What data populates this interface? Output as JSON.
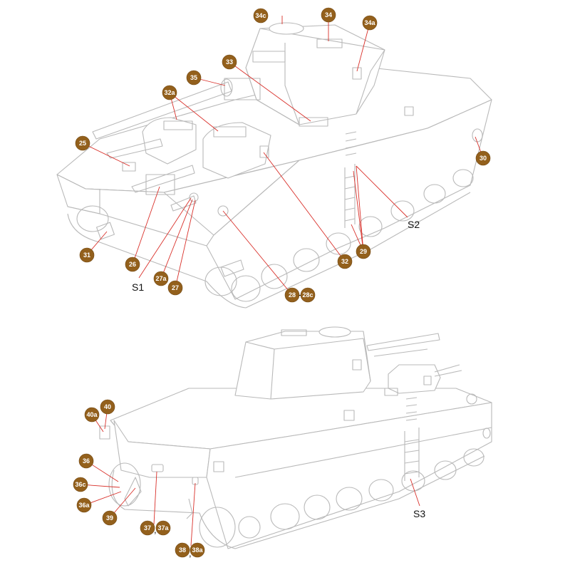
{
  "diagram": {
    "parts": {
      "p34c": "34c",
      "p34": "34",
      "p34a": "34a",
      "p33": "33",
      "p35": "35",
      "p32a": "32a",
      "p25": "25",
      "p30": "30",
      "p31": "31",
      "p26": "26",
      "p27a": "27a",
      "p27": "27",
      "p28": "28",
      "p28c": "28c",
      "p32": "32",
      "p29": "29",
      "p40a": "40a",
      "p40": "40",
      "p36": "36",
      "p36c": "36c",
      "p36a": "36a",
      "p39": "39",
      "p37": "37",
      "p37a": "37a",
      "p38": "38",
      "p38a": "38a"
    },
    "sections": {
      "s1": "S1",
      "s2": "S2",
      "s3": "S3"
    },
    "separators": {
      "dash_28": "-",
      "comma_37": ",",
      "comma_38": ","
    },
    "colors": {
      "badge": "#93601c",
      "leader": "#d9302a",
      "outline": "#b9b9b9"
    }
  }
}
